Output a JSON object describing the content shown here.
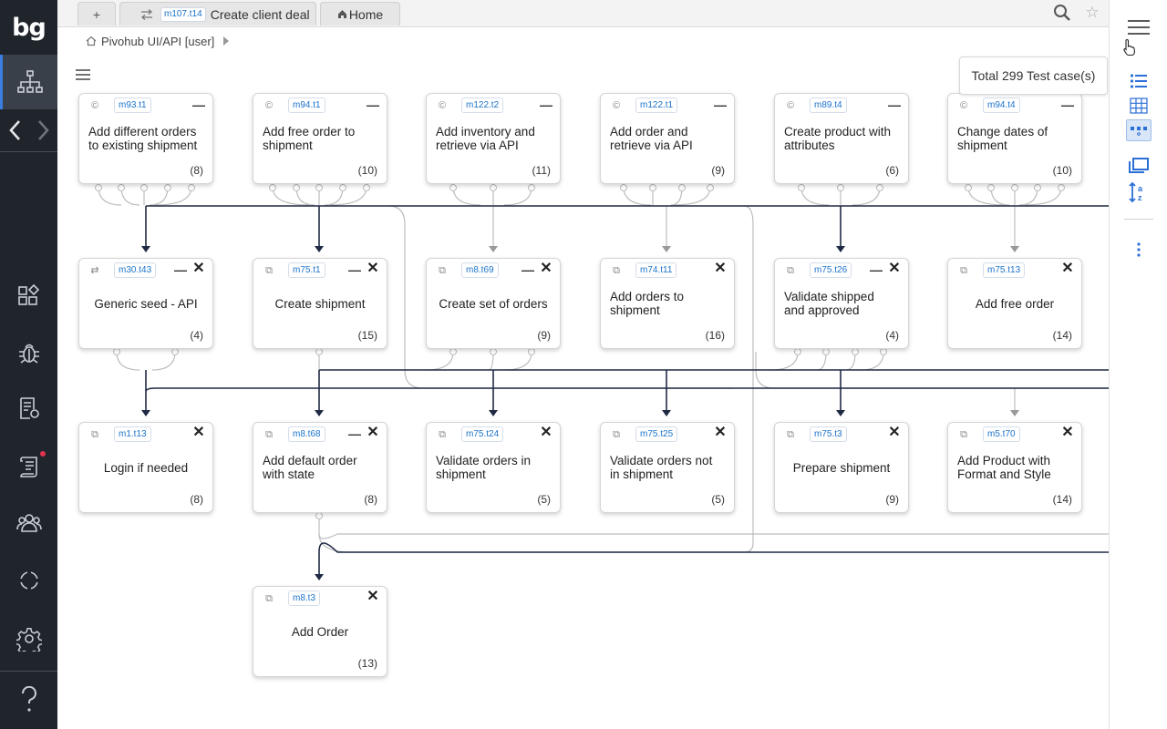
{
  "tabs": {
    "new_tab_label": "+",
    "active": {
      "id": "m107.t14",
      "label": "Create client deal"
    },
    "home_label": "Home"
  },
  "breadcrumb": {
    "label": "Pivohub UI/API [user]"
  },
  "summary": {
    "total_label": "Total 299 Test case(s)"
  },
  "sidebar": {
    "logo_text": "bg",
    "items": [
      "hierarchy-icon",
      "back-icon",
      "forward-icon",
      "dashboard-icon",
      "bug-icon",
      "test-report-icon",
      "scroll-icon",
      "team-icon",
      "sync-icon",
      "settings-icon",
      "help-icon"
    ]
  },
  "right_toolbar": {
    "items": [
      "menu-icon",
      "list-view-icon",
      "grid-view-icon",
      "graph-view-icon",
      "layers-icon",
      "sort-az-icon",
      "more-icon"
    ]
  },
  "cards": {
    "r1": [
      {
        "id": "m93.t1",
        "title_l1": "Add different orders",
        "title_l2": "to existing shipment",
        "count": "(8)"
      },
      {
        "id": "m94.t1",
        "title_l1": "Add free order to",
        "title_l2": "shipment",
        "count": "(10)"
      },
      {
        "id": "m122.t2",
        "title_l1": "Add inventory and",
        "title_l2": "retrieve via API",
        "count": "(11)"
      },
      {
        "id": "m122.t1",
        "title_l1": "Add order and",
        "title_l2": "retrieve via API",
        "count": "(9)"
      },
      {
        "id": "m89.t4",
        "title_l1": "Create product with",
        "title_l2": "attributes",
        "count": "(6)"
      },
      {
        "id": "m94.t4",
        "title_l1": "Change dates of",
        "title_l2": "shipment",
        "count": "(10)"
      }
    ],
    "r2": [
      {
        "id": "m30.t43",
        "title": "Generic seed - API",
        "count": "(4)"
      },
      {
        "id": "m75.t1",
        "title": "Create shipment",
        "count": "(15)"
      },
      {
        "id": "m8.t69",
        "title": "Create set of orders",
        "count": "(9)"
      },
      {
        "id": "m74.t11",
        "title_l1": "Add orders to",
        "title_l2": "shipment",
        "count": "(16)"
      },
      {
        "id": "m75.t26",
        "title_l1": "Validate shipped",
        "title_l2": "and approved",
        "count": "(4)"
      },
      {
        "id": "m75.t13",
        "title": "Add free order",
        "count": "(14)"
      }
    ],
    "r3": [
      {
        "id": "m1.t13",
        "title": "Login if needed",
        "count": "(8)"
      },
      {
        "id": "m8.t68",
        "title_l1": "Add default order",
        "title_l2": "with state",
        "count": "(8)"
      },
      {
        "id": "m75.t24",
        "title_l1": "Validate orders in",
        "title_l2": "shipment",
        "count": "(5)"
      },
      {
        "id": "m75.t25",
        "title_l1": "Validate orders not",
        "title_l2": "in shipment",
        "count": "(5)"
      },
      {
        "id": "m75.t3",
        "title": "Prepare shipment",
        "count": "(9)"
      },
      {
        "id": "m5.t70",
        "title_l1": "Add Product with",
        "title_l2": "Format and Style",
        "count": "(14)"
      }
    ],
    "r4": [
      {
        "id": "m8.t3",
        "title": "Add Order",
        "count": "(13)"
      }
    ]
  }
}
